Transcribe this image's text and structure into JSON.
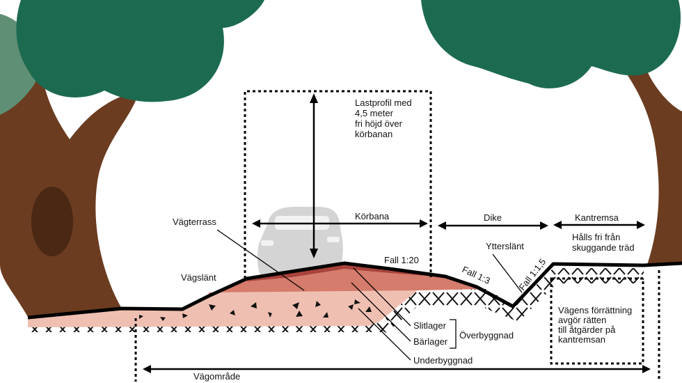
{
  "colors": {
    "canopy": "#1c6b50",
    "canopy_light": "#5f8f74",
    "trunk": "#6b3c20",
    "layer_top": "#a8433c",
    "layer_mid": "#d57c6c",
    "layer_base": "#efc0b2",
    "car": "#d4d4d4"
  },
  "labels": {
    "lastprofil": [
      "Lastprofil med",
      "4,5 meter",
      "fri höjd över",
      "körbanan"
    ],
    "korbana": "Körbana",
    "dike": "Dike",
    "kantremsa": "Kantremsa",
    "halls_fri": [
      "Hålls fri från",
      "skuggande träd"
    ],
    "vagterrass": "Vägterrass",
    "vagslant": "Vägslänt",
    "fall_20": "Fall 1:20",
    "fall_3": "Fall 1:3",
    "fall_15": "Fall 1:1,5",
    "ytterslant": "Ytterslänt",
    "slitlager": "Slitlager",
    "barlager": "Bärlager",
    "overbyggnad": "Överbyggnad",
    "underbyggnad": "Underbyggnad",
    "vagens": [
      "Vägens förrättning",
      "avgör rätten",
      "till åtgärder på",
      "kantremsan"
    ],
    "vagomrade": "Vägområde"
  }
}
